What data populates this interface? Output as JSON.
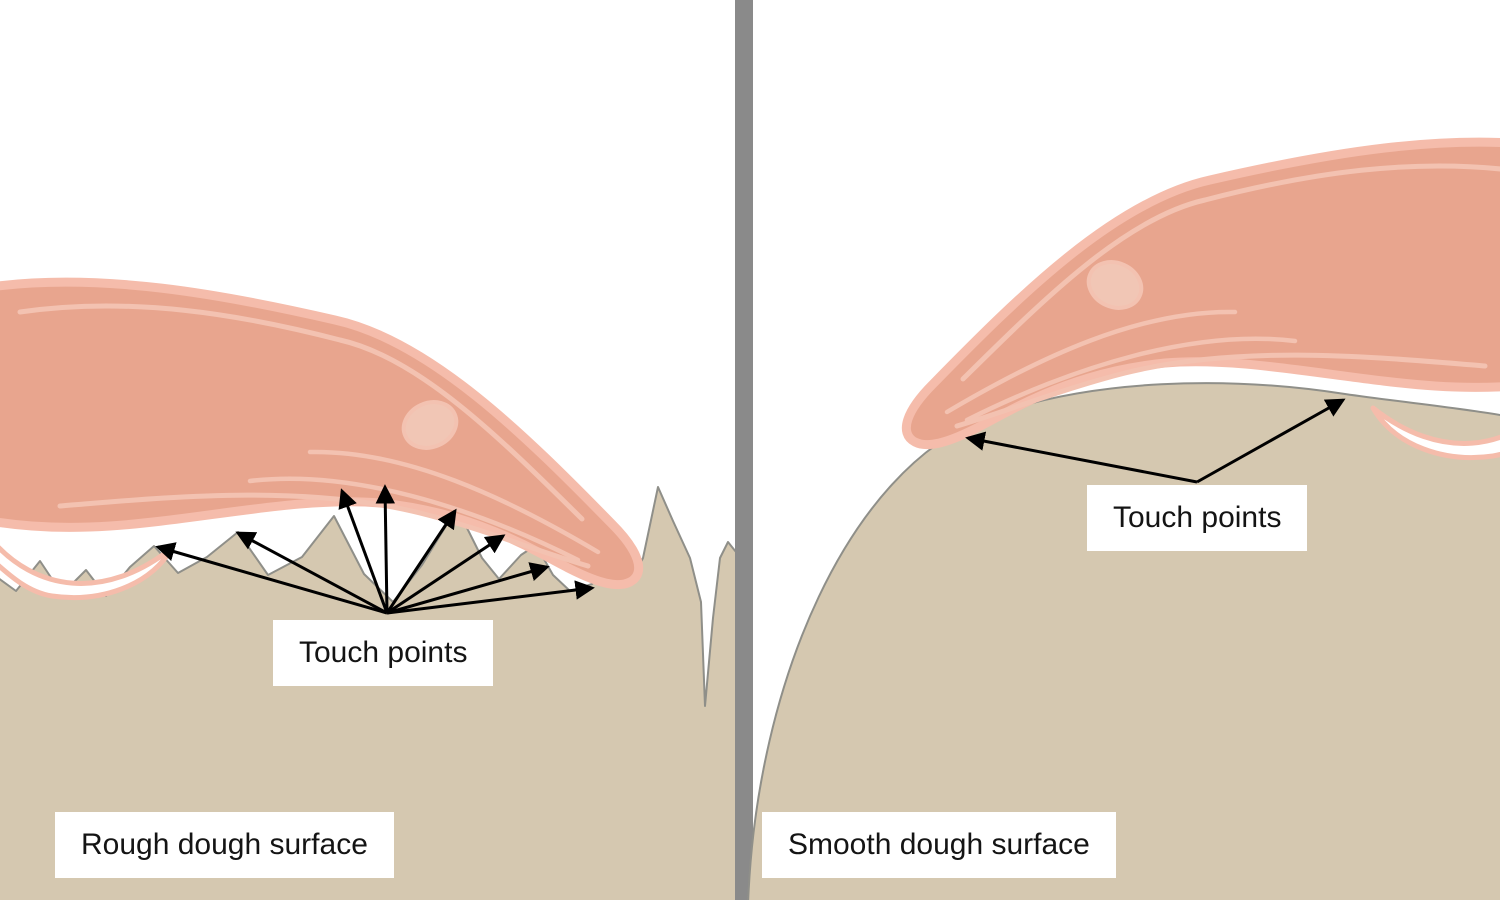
{
  "left_panel": {
    "touch_points_label": "Touch points",
    "surface_label": "Rough dough surface"
  },
  "right_panel": {
    "touch_points_label": "Touch points",
    "surface_label": "Smooth dough surface"
  },
  "colors": {
    "dough": "#d5c8b0",
    "dough_outline": "#8f8f89",
    "hand_fill": "#e8a58e",
    "hand_outline": "#f5bcab",
    "hand_inner_line": "#f3c2b1",
    "thumbnail_fill": "#f1c6b5",
    "arrow": "#000000",
    "divider": "#8a8a8a",
    "label_background": "#ffffff",
    "label_text": "#141414"
  }
}
